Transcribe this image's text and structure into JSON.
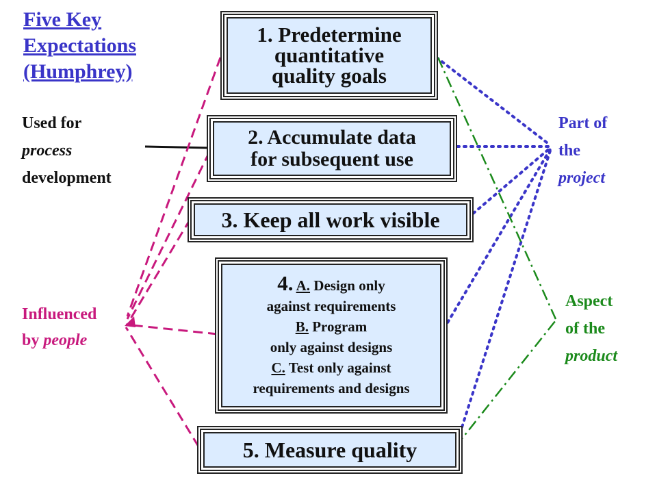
{
  "title": {
    "line1": "Five Key",
    "line2": "Expectations",
    "line3": "(Humphrey)"
  },
  "left_note": {
    "line1": "Used for",
    "line2": "process",
    "line3": "development"
  },
  "people_note": {
    "line1": "Influenced",
    "line2_prefix": "by ",
    "line2_emph": "people"
  },
  "project_note": {
    "line1": "Part of",
    "line2": "the",
    "line3": "project"
  },
  "product_note": {
    "line1": "Aspect",
    "line2": "of the",
    "line3": "product"
  },
  "boxes": {
    "b1": {
      "line1": "1. Predetermine",
      "line2": "quantitative",
      "line3": "quality goals"
    },
    "b2": {
      "line1": "2. Accumulate data",
      "line2": "for subsequent use"
    },
    "b3": {
      "line1": "3. Keep all work visible"
    },
    "b4": {
      "number": "4.",
      "a_label": "A.",
      "a_text1": " Design only",
      "a_text2": "against requirements",
      "b_label": "B.",
      "b_text1": " Program",
      "b_text2": "only against designs",
      "c_label": "C.",
      "c_text1": " Test only against",
      "c_text2": "requirements and designs"
    },
    "b5": {
      "line1": "5. Measure quality"
    }
  },
  "colors": {
    "title": "#3a35c8",
    "people": "#c8197d",
    "project": "#3a35c8",
    "product": "#1b8a1b",
    "box_fill": "#dcecff"
  }
}
